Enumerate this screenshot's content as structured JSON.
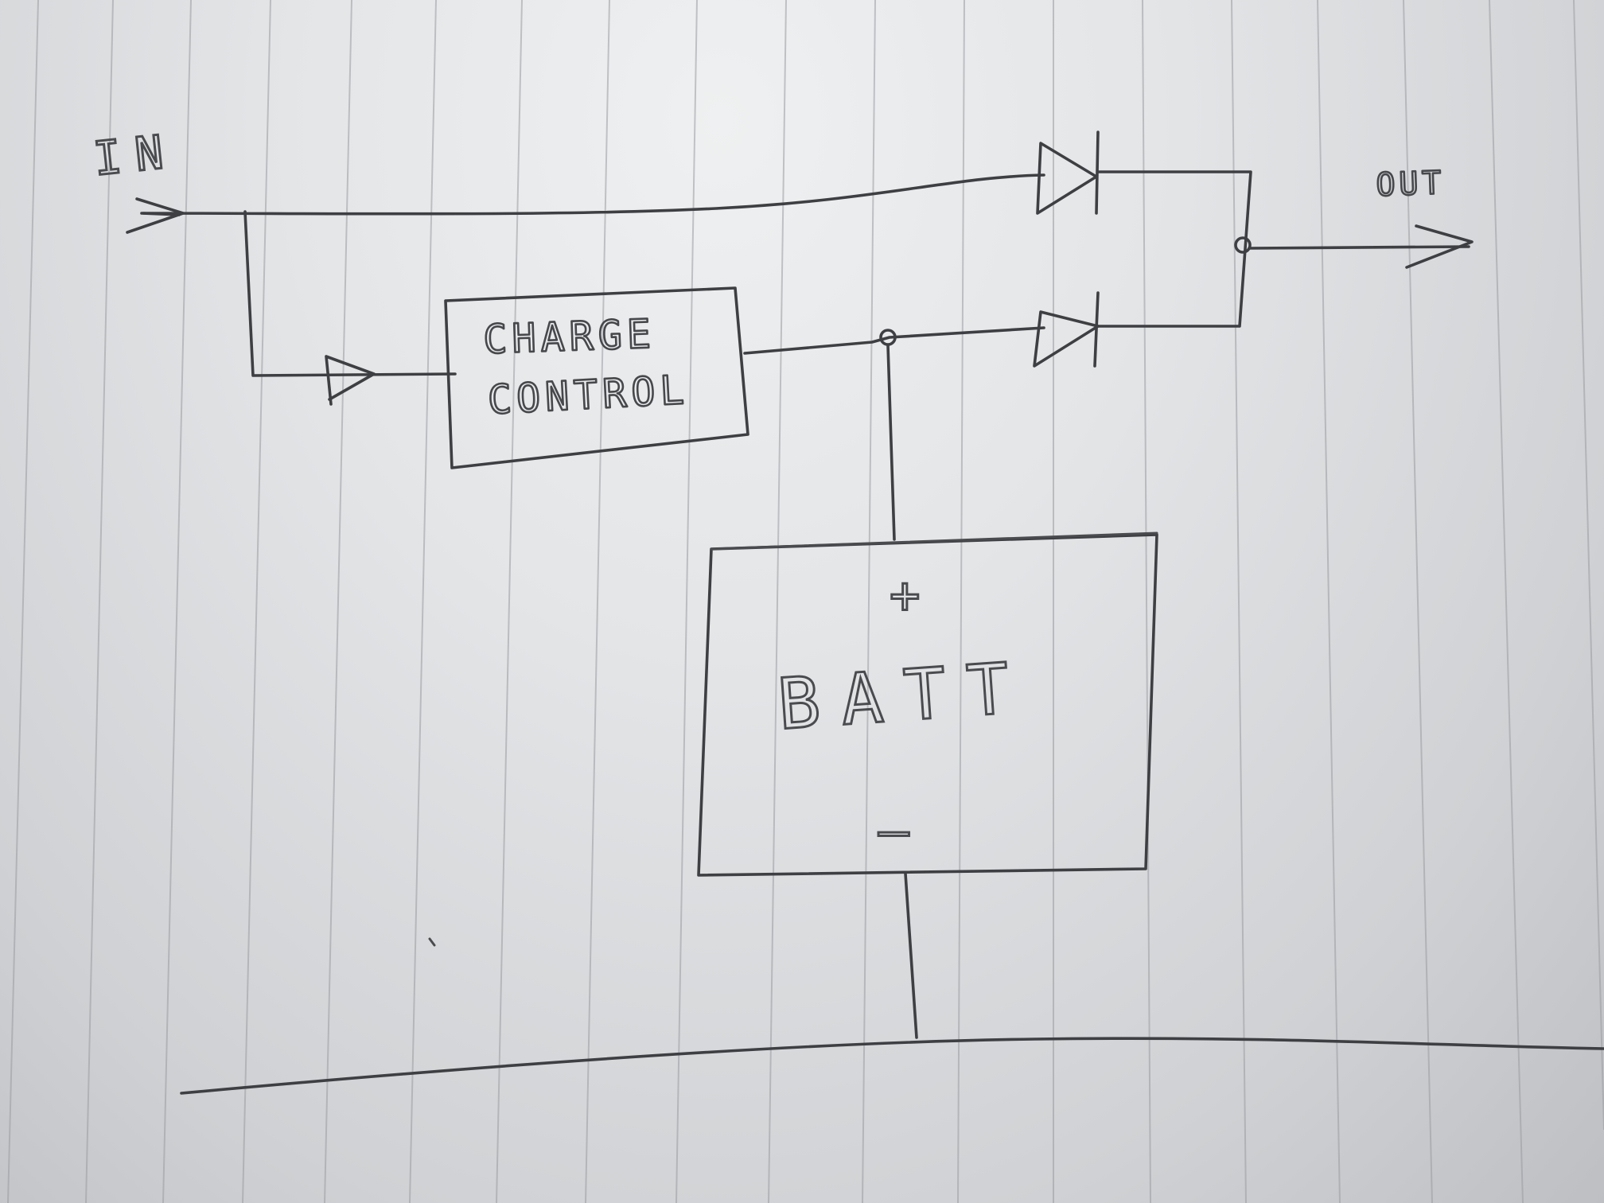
{
  "diagram": {
    "input_label": "IN",
    "output_label": "OUT",
    "charge_control": {
      "line1": "CHARGE",
      "line2": "CONTROL"
    },
    "battery": {
      "label": "BATT",
      "positive": "+",
      "negative": "–"
    }
  }
}
